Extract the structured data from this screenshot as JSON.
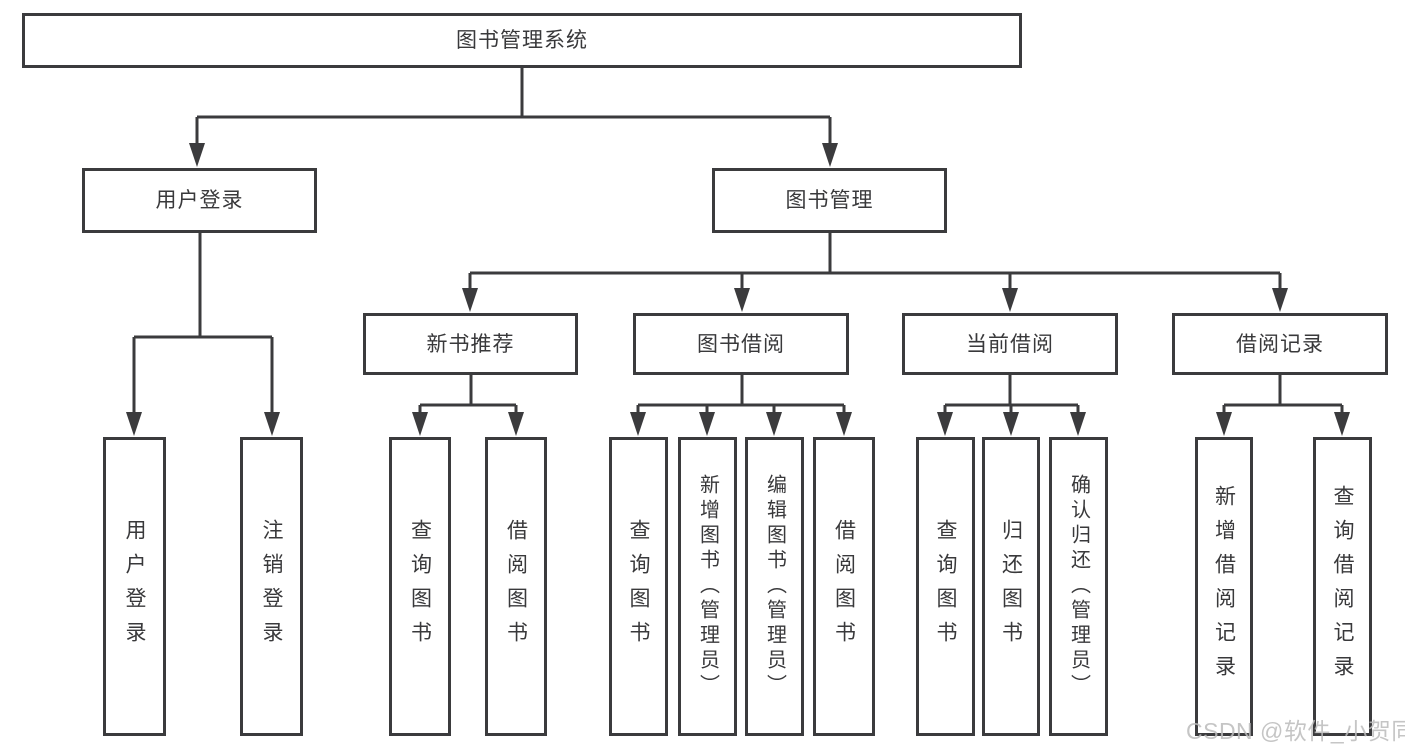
{
  "colors": {
    "line": "#3b3b3d",
    "text": "#39393b",
    "box_fill": "#ffffff",
    "watermark": "#bcbcbc"
  },
  "tree": {
    "root": "图书管理系统",
    "l2": [
      "用户登录",
      "图书管理"
    ],
    "l3": [
      "新书推荐",
      "图书借阅",
      "当前借阅",
      "借阅记录"
    ],
    "leaves": {
      "userLogin": [
        "用户登录",
        "注销登录"
      ],
      "newBookRec": [
        "查询图书",
        "借阅图书"
      ],
      "bookBorrow": [
        "查询图书",
        "新增图书（管理员）",
        "编辑图书（管理员）",
        "借阅图书"
      ],
      "currentBorrow": [
        "查询图书",
        "归还图书",
        "确认归还（管理员）"
      ],
      "borrowRecord": [
        "新增借阅记录",
        "查询借阅记录"
      ]
    }
  },
  "watermark": {
    "text": "CSDN @软件_小贺同学"
  }
}
